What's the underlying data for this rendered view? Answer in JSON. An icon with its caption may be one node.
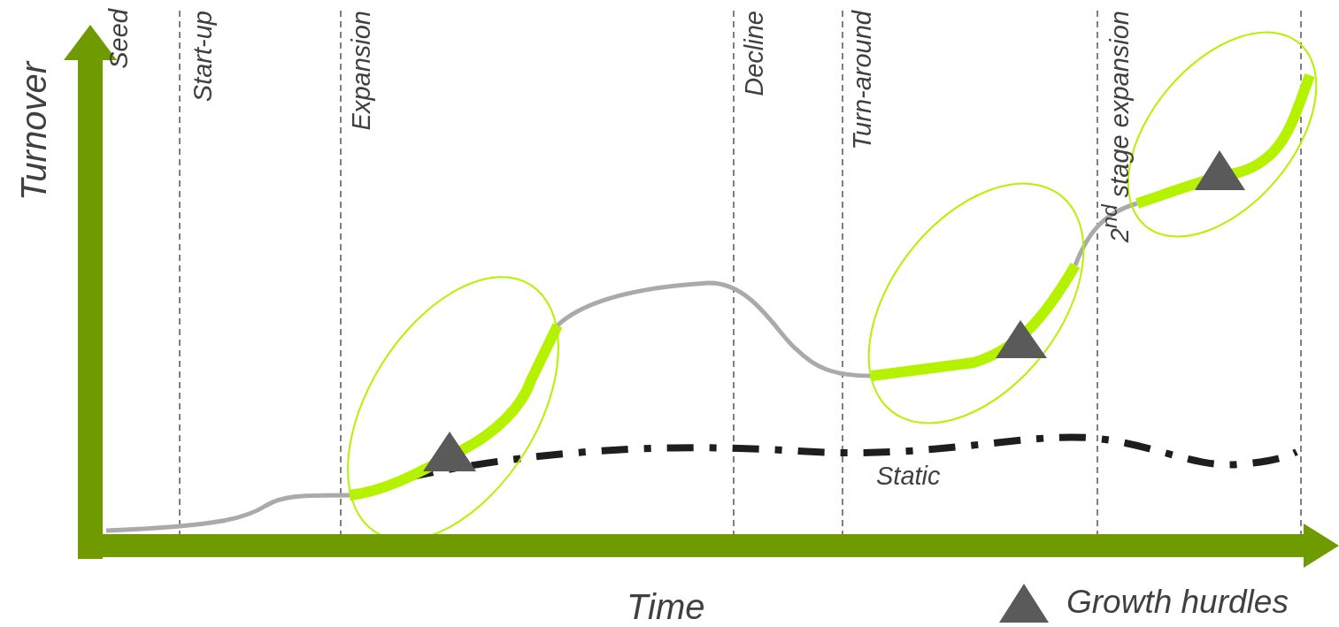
{
  "diagram": {
    "labels": [
      "Turnover",
      "Seed",
      "Start-up",
      "Expansion",
      "Decline",
      "Turn-around",
      "2$^{nd}$ stage expansion",
      "Static",
      "Time"
    ],
    "legend": [
      {
        "text": "Growth hurdles"
      }
    ]
  }
}
